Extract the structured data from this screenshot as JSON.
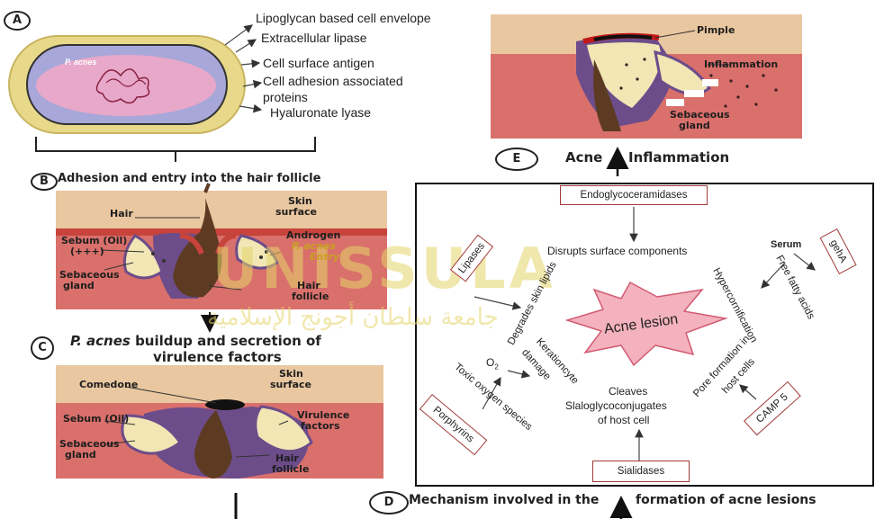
{
  "panel_a": {
    "letter": "A",
    "bacterium_label": "P. acnes",
    "factors": [
      "Lipoglycan based cell envelope",
      "Extracellular lipase",
      "Cell surface antigen",
      "Cell adhesion associated",
      "proteins",
      "Hyaluronate lyase"
    ]
  },
  "panel_b": {
    "letter": "B",
    "title": "Adhesion and entry into the hair follicle",
    "labels": {
      "hair": "Hair",
      "skin1": "Skin",
      "skin2": "surface",
      "sebum1": "Sebum (Oil)",
      "sebum2": "(+++)",
      "androgen": "Androgen",
      "pacnes": "P. acnes",
      "entry": "Entry",
      "seb1": "Sebaceous",
      "seb2": "gland",
      "fol1": "Hair",
      "fol2": "follicle"
    }
  },
  "panel_c": {
    "letter": "C",
    "title_italic": "P. acnes",
    "title_rest": " buildup and secretion of",
    "title_line2": "virulence factors",
    "labels": {
      "comedone": "Comedone",
      "skin1": "Skin",
      "skin2": "surface",
      "sebum": "Sebum (Oil)",
      "vir1": "Virulence",
      "vir2": "factors",
      "seb1": "Sebaceous",
      "seb2": "gland",
      "fol1": "Hair",
      "fol2": "follicle"
    }
  },
  "panel_e": {
    "letter": "E",
    "caption_left": "Acne",
    "caption_right": "Inflammation",
    "labels": {
      "pimple": "Pimple",
      "inflammation": "Inflammation",
      "seb1": "Sebaceous",
      "seb2": "gland"
    }
  },
  "panel_d": {
    "letter": "D",
    "caption_left": "Mechanism involved in the",
    "caption_right": "formation of acne lesions",
    "boxes": {
      "endo": "Endoglycoceramidases",
      "lipases": "Lipases",
      "geha": "gehA",
      "porphyrins": "Porphyrins",
      "camp": "CAMP 5",
      "sialidases": "Sialidases"
    },
    "texts": {
      "disrupts": "Disrupts surface components",
      "serum": "Serum",
      "ffa": "Free fatty acids",
      "hyper": "Hypercornification",
      "degrades": "Degrades skin lipids",
      "lesion": "Acne lesion",
      "kera1": "Kerationcyte",
      "kera2": "damage",
      "o2": "O",
      "o2sub": "2",
      "toxic": "Toxic oxygen species",
      "cleaves1": "Cleaves",
      "cleaves2": "Slaloglycoconjugates",
      "cleaves3": "of host cell",
      "pore1": "Pore formation in",
      "pore2": "host cells"
    }
  },
  "watermark": {
    "text": "UNISSULA",
    "arabic": "جامعة سلطان أجونج الإسلامية"
  },
  "colors": {
    "skin": "#d9706b",
    "skin_top": "#e9c7a0",
    "sebum": "#f1e6b4",
    "hair": "#5c3b22",
    "red_box": "#a33a3a",
    "watermark": "#e8dc78"
  }
}
